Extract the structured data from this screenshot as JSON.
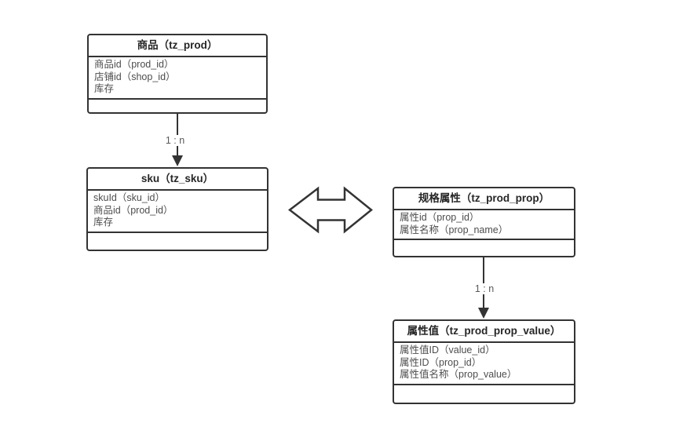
{
  "diagram": {
    "type": "entity-relation-diagram",
    "colors": {
      "background": "#ffffff",
      "border": "#333333",
      "title_text": "#262626",
      "attribute_text": "#4d4d4d",
      "label_text": "#595959"
    },
    "entities": [
      {
        "id": "prod",
        "title": "商品（tz_prod）",
        "attrs": [
          "商品id（prod_id）",
          "店铺id（shop_id）",
          "库存"
        ]
      },
      {
        "id": "sku",
        "title": "sku（tz_sku）",
        "attrs": [
          "skuId（sku_id）",
          "商品id（prod_id）",
          "库存"
        ]
      },
      {
        "id": "prod_prop",
        "title": "规格属性（tz_prod_prop）",
        "attrs": [
          "属性id（prop_id）",
          "属性名称（prop_name）"
        ]
      },
      {
        "id": "prop_value",
        "title": "属性值（tz_prod_prop_value）",
        "attrs": [
          "属性值ID（value_id）",
          "属性ID（prop_id）",
          "属性值名称（prop_value）"
        ]
      }
    ],
    "connectors": [
      {
        "from": "prod",
        "to": "sku",
        "label": "1 : n",
        "direction": "down"
      },
      {
        "from": "prod_prop",
        "to": "prop_value",
        "label": "1 : n",
        "direction": "down"
      }
    ],
    "shapes": [
      {
        "id": "double-arrow",
        "kind": "left-right-arrow",
        "between": [
          "sku",
          "prod_prop"
        ]
      }
    ]
  }
}
